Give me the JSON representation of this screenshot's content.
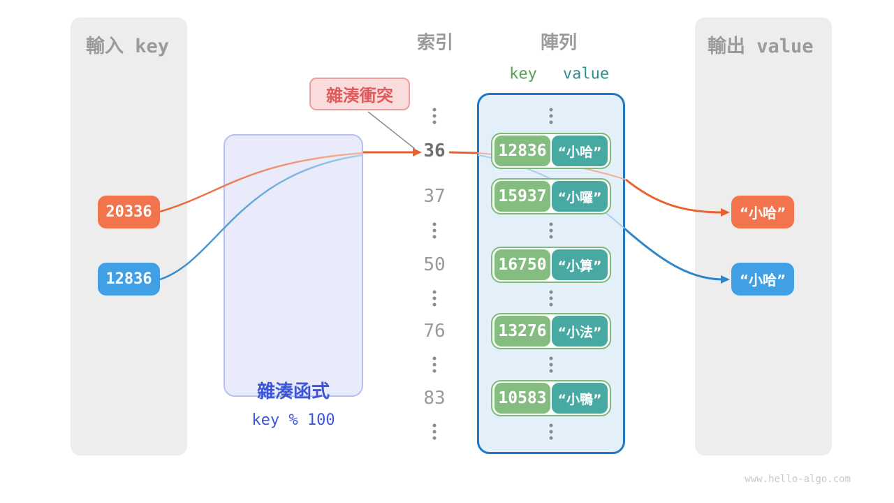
{
  "colors": {
    "orange": "#F2744D",
    "orange_line": "#E8622D",
    "blue": "#41A0E3",
    "blue_line": "#2E86C8",
    "pale_orange": "#F2B09A",
    "pale_blue": "#A8CFEE",
    "key_green": "#85BC7F",
    "value_teal": "#48A9A2",
    "array_border_blue": "#2277C0",
    "array_bg": "#E3F0FA",
    "hash_box_bg": "#E9EBFA",
    "hash_box_text": "#3D56D9",
    "collision_bg": "#FADCDC",
    "collision_text": "#DE5B5B",
    "panel_bg": "#EDEDED",
    "label_gray": "#9B9B9B"
  },
  "input_panel": {
    "title": "輸入 key",
    "keys": [
      {
        "value": "20336",
        "color": "orange"
      },
      {
        "value": "12836",
        "color": "blue"
      }
    ]
  },
  "hash_box": {
    "title": "雜湊函式",
    "formula": "key % 100"
  },
  "collision_label": {
    "text": "雜湊衝突"
  },
  "index_column": {
    "header": "索引"
  },
  "array": {
    "header": "陣列",
    "key_header": "key",
    "value_header": "value",
    "entries": [
      {
        "index": "36",
        "key": "12836",
        "value": "“小哈”",
        "highlighted": true
      },
      {
        "index": "37",
        "key": "15937",
        "value": "“小囉”",
        "highlighted": false
      },
      {
        "index": "50",
        "key": "16750",
        "value": "“小算”",
        "highlighted": false
      },
      {
        "index": "76",
        "key": "13276",
        "value": "“小法”",
        "highlighted": false
      },
      {
        "index": "83",
        "key": "10583",
        "value": "“小鴨”",
        "highlighted": false
      }
    ]
  },
  "output_panel": {
    "title": "輸出 value",
    "values": [
      {
        "text": "“小哈”",
        "color": "orange"
      },
      {
        "text": "“小哈”",
        "color": "blue"
      }
    ]
  },
  "watermark": "www.hello-algo.com"
}
